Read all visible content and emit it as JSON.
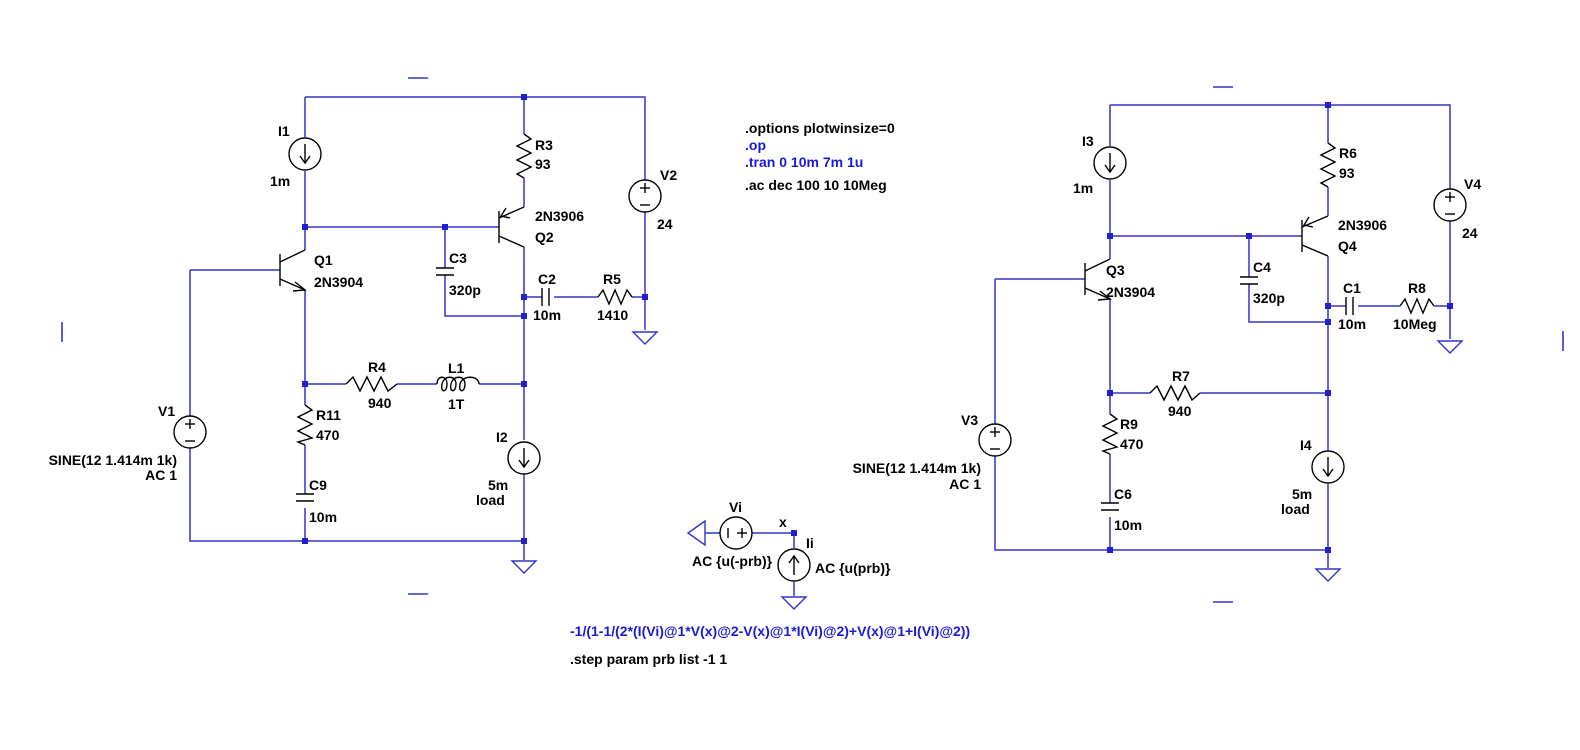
{
  "directives": {
    "options": ".options plotwinsize=0",
    "op": ".op",
    "tran": ".tran 0 10m 7m 1u",
    "ac": ".ac dec 100 10 10Meg",
    "formula": "-1/(1-1/(2*(I(Vi)@1*V(x)@2-V(x)@1*I(Vi)@2)+V(x)@1+I(Vi)@2))",
    "step": ".step param prb list -1 1"
  },
  "left": {
    "I1": {
      "name": "I1",
      "value": "1m"
    },
    "R3": {
      "name": "R3",
      "value": "93"
    },
    "V2": {
      "name": "V2",
      "value": "24"
    },
    "Q2": {
      "name": "Q2",
      "model": "2N3906"
    },
    "Q1": {
      "name": "Q1",
      "model": "2N3904"
    },
    "C3": {
      "name": "C3",
      "value": "320p"
    },
    "C2": {
      "name": "C2",
      "value": "10m"
    },
    "R5": {
      "name": "R5",
      "value": "1410"
    },
    "R4": {
      "name": "R4",
      "value": "940"
    },
    "L1": {
      "name": "L1",
      "value": "1T"
    },
    "R11": {
      "name": "R11",
      "value": "470"
    },
    "C9": {
      "name": "C9",
      "value": "10m"
    },
    "I2": {
      "name": "I2",
      "value": "5m",
      "extra": "load"
    },
    "V1": {
      "name": "V1",
      "value": "SINE(12 1.414m 1k)",
      "ac": "AC 1"
    }
  },
  "right": {
    "I3": {
      "name": "I3",
      "value": "1m"
    },
    "R6": {
      "name": "R6",
      "value": "93"
    },
    "V4": {
      "name": "V4",
      "value": "24"
    },
    "Q4": {
      "name": "Q4",
      "model": "2N3906"
    },
    "Q3": {
      "name": "Q3",
      "model": "2N3904"
    },
    "C4": {
      "name": "C4",
      "value": "320p"
    },
    "C1": {
      "name": "C1",
      "value": "10m"
    },
    "R8": {
      "name": "R8",
      "value": "10Meg"
    },
    "R7": {
      "name": "R7",
      "value": "940"
    },
    "R9": {
      "name": "R9",
      "value": "470"
    },
    "C6": {
      "name": "C6",
      "value": "10m"
    },
    "I4": {
      "name": "I4",
      "value": "5m",
      "extra": "load"
    },
    "V3": {
      "name": "V3",
      "value": "SINE(12 1.414m 1k)",
      "ac": "AC 1"
    }
  },
  "probe": {
    "Vi": {
      "name": "Vi",
      "value": "AC {u(-prb)}"
    },
    "Ii": {
      "name": "Ii",
      "value": "AC {u(prb)}"
    },
    "net": "x"
  },
  "colors": {
    "wire": "#3333cc",
    "component": "#000000",
    "directive": "#1a1ad6"
  }
}
